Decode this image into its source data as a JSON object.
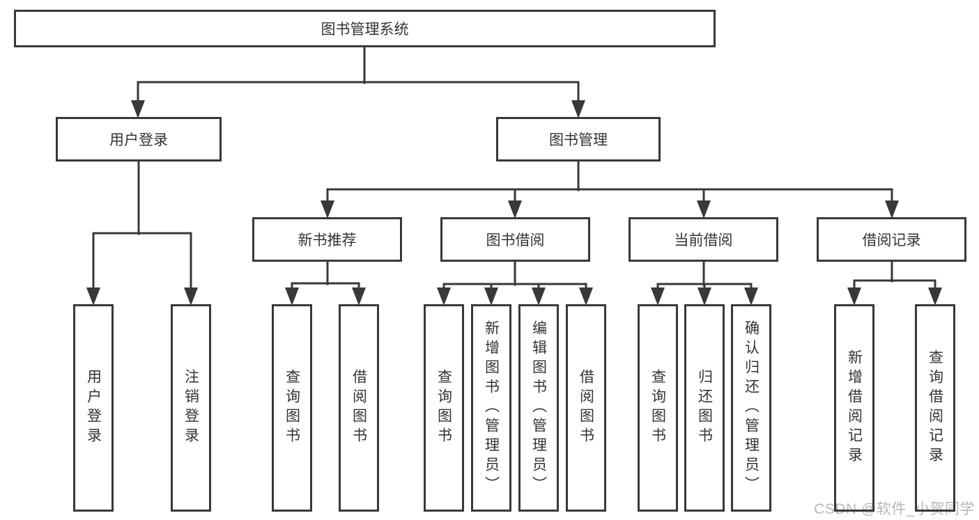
{
  "diagram": {
    "root": "图书管理系统",
    "level2": [
      "用户登录",
      "图书管理"
    ],
    "level3": [
      "新书推荐",
      "图书借阅",
      "当前借阅",
      "借阅记录"
    ],
    "leaves": [
      "用户登录",
      "注销登录",
      "查询图书",
      "借阅图书",
      "查询图书",
      "新增图书（管理员）",
      "编辑图书（管理员）",
      "借阅图书",
      "查询图书",
      "归还图书",
      "确认归还（管理员）",
      "新增借阅记录",
      "查询借阅记录"
    ]
  },
  "watermark": "CSDN @软件_小贺同学",
  "colors": {
    "line": "#383838",
    "text": "#333333",
    "watermark": "#b6b6be",
    "background": "#ffffff"
  }
}
